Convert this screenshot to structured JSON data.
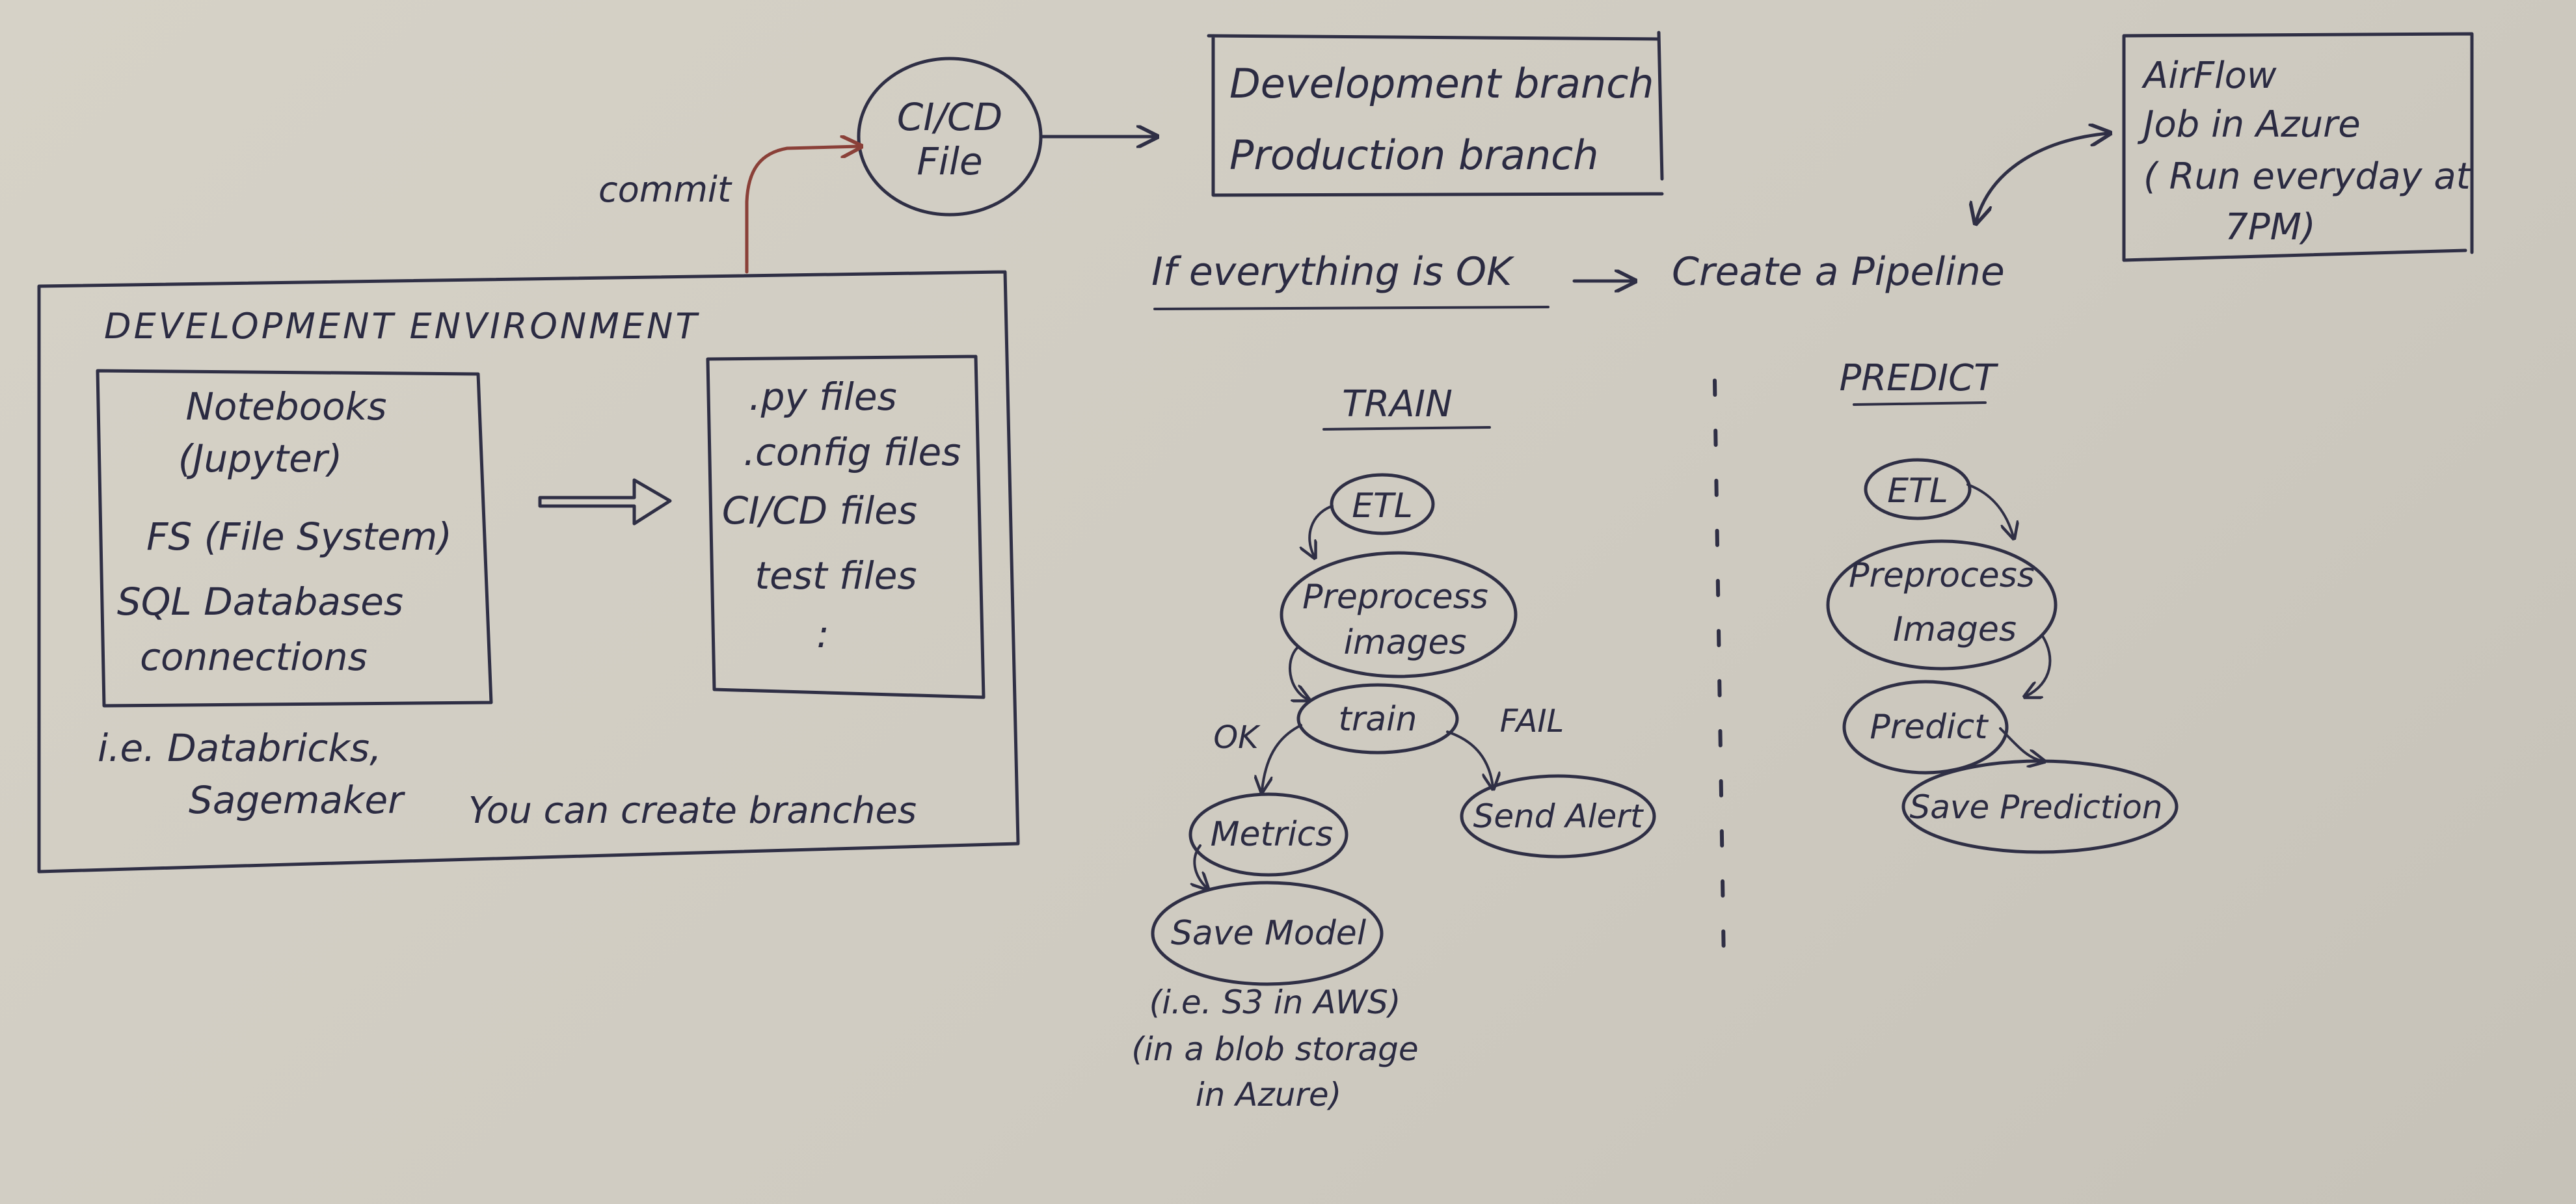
{
  "ci_cd": {
    "title": "CI/CD",
    "subtitle": "File",
    "commit_label": "commit"
  },
  "branches": {
    "development": "Development branch",
    "production": "Production branch"
  },
  "airflow": {
    "line1": "AirFlow",
    "line2": "Job in Azure",
    "line3": "( Run everyday at",
    "line4": "7PM)"
  },
  "pipeline_note": {
    "condition": "If everything is OK",
    "arrow": "→",
    "action": "Create a Pipeline"
  },
  "dev_env": {
    "title": "DEVELOPMENT ENVIRONMENT",
    "tools": [
      "Notebooks",
      "(Jupyter)",
      "FS (File System)",
      "SQL Databases",
      "connections"
    ],
    "examples": [
      "i.e. Databricks,",
      "Sagemaker"
    ],
    "files": [
      ".py files",
      ".config files",
      "CI/CD files",
      "test files",
      ":"
    ],
    "footer": "You can create branches"
  },
  "train": {
    "title": "TRAIN",
    "etl": "ETL",
    "preprocess": [
      "Preprocess",
      "images"
    ],
    "train": "train",
    "ok_label": "OK",
    "fail_label": "FAIL",
    "metrics": "Metrics",
    "send_alert": "Send Alert",
    "save_model": "Save Model",
    "storage_notes": [
      "(i.e. S3 in AWS)",
      "(in a blob storage",
      "in Azure)"
    ]
  },
  "predict": {
    "title": "PREDICT",
    "etl": "ETL",
    "preprocess": [
      "Preprocess",
      "Images"
    ],
    "predict": "Predict",
    "save_prediction": "Save Prediction"
  }
}
